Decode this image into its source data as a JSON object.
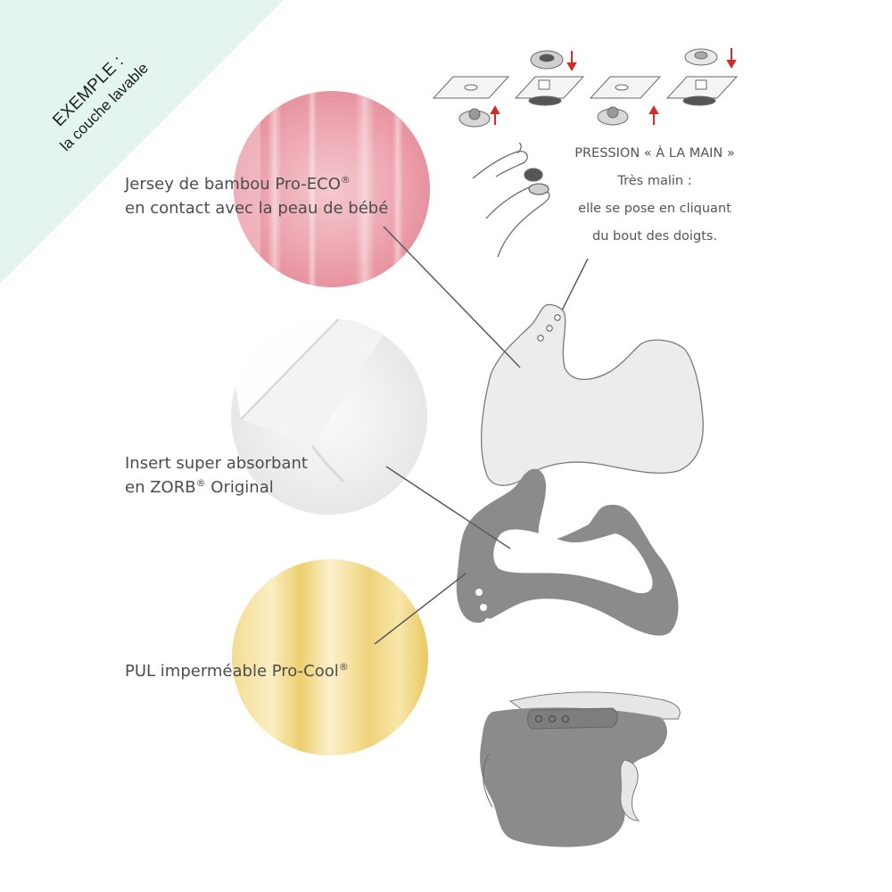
{
  "ribbon": {
    "title": "EXEMPLE :",
    "subtitle": "la couche lavable",
    "color": "#e4f5f0"
  },
  "materials": [
    {
      "line1": "Jersey de bambou Pro-ECO",
      "mark1": "®",
      "line2": "en contact avec la peau de bébé",
      "mark2": ""
    },
    {
      "line1": "Insert super absorbant",
      "mark1": "",
      "line2": "en ZORB",
      "mark2": "®",
      "line2_end": " Original"
    },
    {
      "line1": "PUL imperméable Pro-Cool",
      "mark1": "®"
    }
  ],
  "snap_caption": {
    "line1": "PRESSION « À LA MAIN »",
    "line2": "Très malin :",
    "line3": "elle se pose en cliquant",
    "line4": "du bout des doigts."
  },
  "colors": {
    "text": "#4d4d4d",
    "leader_line": "#5a5a5a",
    "bamboo_swatch": "#ec9aa6",
    "zorb_swatch": "#f1f1f1",
    "pul_swatch": "#f3d98a",
    "diaper_gray": "#8b8b8b",
    "bamboo_layer": "#e8e8e8",
    "arrow_red": "#d42a2a"
  },
  "icons": [
    "snap-fastener-icon",
    "hand-pressing-snap-icon",
    "diaper-icon"
  ]
}
